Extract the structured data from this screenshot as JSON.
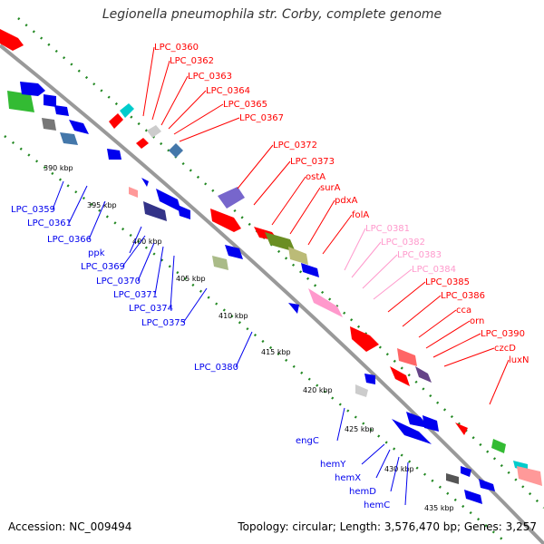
{
  "title": "Legionella pneumophila str. Corby, complete genome",
  "accession": "Accession: NC_009494",
  "topology": "Topology: circular; Length: 3,576,470 bp; Genes: 3,257",
  "colors": {
    "red": "#ff0000",
    "blue": "#0000ee",
    "pink": "#ff99cc",
    "backbone": "#999999",
    "tick": "#33aa33"
  },
  "kbp_ticks": [
    "390 kbp",
    "395 kbp",
    "400 kbp",
    "405 kbp",
    "410 kbp",
    "415 kbp",
    "420 kbp",
    "425 kbp",
    "430 kbp",
    "435 kbp"
  ],
  "labels_upper": [
    {
      "text": "LPC_0360",
      "color": "red"
    },
    {
      "text": "LPC_0362",
      "color": "red"
    },
    {
      "text": "LPC_0363",
      "color": "red"
    },
    {
      "text": "LPC_0364",
      "color": "red"
    },
    {
      "text": "LPC_0365",
      "color": "red"
    },
    {
      "text": "LPC_0367",
      "color": "red"
    },
    {
      "text": "LPC_0372",
      "color": "red"
    },
    {
      "text": "LPC_0373",
      "color": "red"
    },
    {
      "text": "ostA",
      "color": "red"
    },
    {
      "text": "surA",
      "color": "red"
    },
    {
      "text": "pdxA",
      "color": "red"
    },
    {
      "text": "folA",
      "color": "red"
    },
    {
      "text": "LPC_0381",
      "color": "pink"
    },
    {
      "text": "LPC_0382",
      "color": "pink"
    },
    {
      "text": "LPC_0383",
      "color": "pink"
    },
    {
      "text": "LPC_0384",
      "color": "pink"
    },
    {
      "text": "LPC_0385",
      "color": "red"
    },
    {
      "text": "LPC_0386",
      "color": "red"
    },
    {
      "text": "cca",
      "color": "red"
    },
    {
      "text": "orn",
      "color": "red"
    },
    {
      "text": "LPC_0390",
      "color": "red"
    },
    {
      "text": "czcD",
      "color": "red"
    },
    {
      "text": "luxN",
      "color": "red"
    }
  ],
  "labels_lower": [
    {
      "text": "LPC_0359",
      "color": "blue"
    },
    {
      "text": "LPC_0361",
      "color": "blue"
    },
    {
      "text": "LPC_0366",
      "color": "blue"
    },
    {
      "text": "ppk",
      "color": "blue"
    },
    {
      "text": "LPC_0369",
      "color": "blue"
    },
    {
      "text": "LPC_0370",
      "color": "blue"
    },
    {
      "text": "LPC_0371",
      "color": "blue"
    },
    {
      "text": "LPC_0374",
      "color": "blue"
    },
    {
      "text": "LPC_0375",
      "color": "blue"
    },
    {
      "text": "LPC_0380",
      "color": "blue"
    },
    {
      "text": "engC",
      "color": "blue"
    },
    {
      "text": "hemY",
      "color": "blue"
    },
    {
      "text": "hemX",
      "color": "blue"
    },
    {
      "text": "hemD",
      "color": "blue"
    },
    {
      "text": "hemC",
      "color": "blue"
    }
  ]
}
